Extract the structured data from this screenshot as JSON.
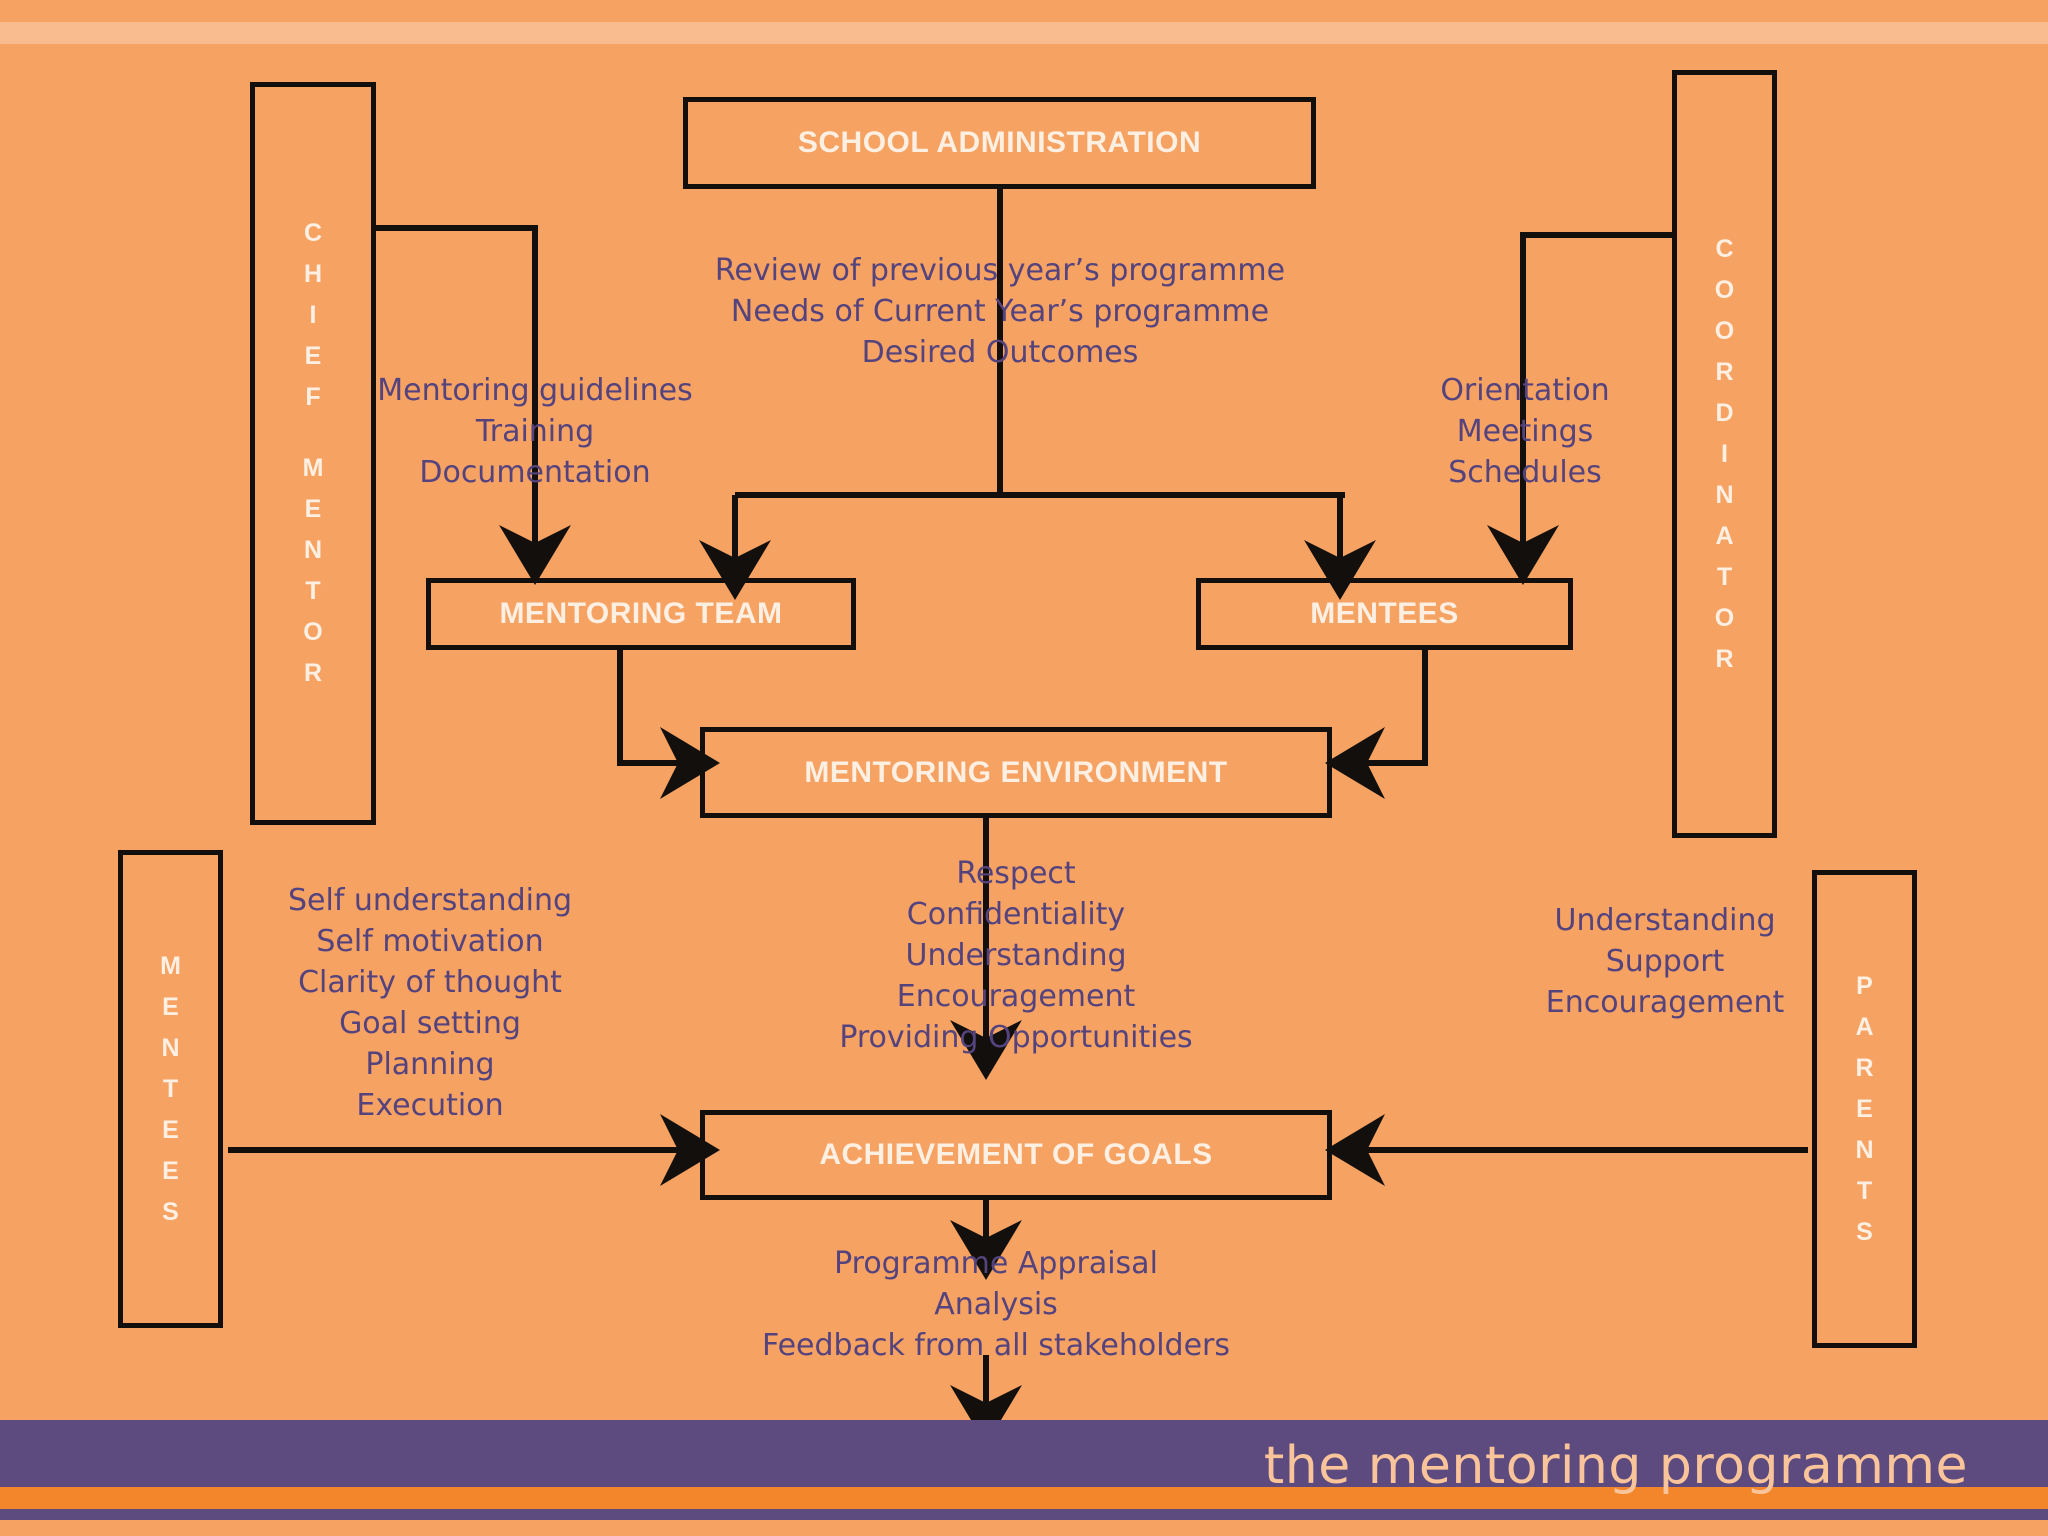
{
  "slide": {
    "background_color": "#f5a263",
    "banner_color": "#5d4b80",
    "banner_text_color": "#fac49a",
    "box_border_color": "#120f0c",
    "box_label_color": "#fdf0e3",
    "note_text_color": "#55437e",
    "footer_title": "the mentoring programme"
  },
  "boxes": {
    "school_administration": "SCHOOL ADMINISTRATION",
    "mentoring_team": "MENTORING TEAM",
    "mentees": "MENTEES",
    "mentoring_environment": "MENTORING ENVIRONMENT",
    "achievement_of_goals": "ACHIEVEMENT OF GOALS"
  },
  "vertical_boxes": {
    "chief_mentor": "CHIEF MENTOR",
    "chief_mentor_lines": [
      "C",
      "H",
      "I",
      "E",
      "F"
    ],
    "chief_mentor_lines2": [
      "M",
      "E",
      "N",
      "T",
      "O",
      "R"
    ],
    "coordinator": "COORDINATOR",
    "coordinator_lines": [
      "C",
      "O",
      "O",
      "R",
      "D",
      "I",
      "N",
      "A",
      "T",
      "O",
      "R"
    ],
    "mentees_side": "MENTEES",
    "mentees_side_lines": [
      "M",
      "E",
      "N",
      "T",
      "E",
      "E",
      "S"
    ],
    "parents": "PARENTS",
    "parents_lines": [
      "P",
      "A",
      "R",
      "E",
      "N",
      "T",
      "S"
    ]
  },
  "notes": {
    "school_admin_outputs": "Review of previous year’s programme\nNeeds of Current Year’s programme\nDesired Outcomes",
    "chief_mentor_outputs": "Mentoring guidelines\nTraining\nDocumentation",
    "coordinator_outputs": "Orientation\nMeetings\nSchedules",
    "mentoring_environment_values": "Respect\nConfidentiality\nUnderstanding\nEncouragement\nProviding Opportunities",
    "mentee_qualities": "Self understanding\nSelf motivation\nClarity of thought\nGoal setting\nPlanning\nExecution",
    "parent_qualities": "Understanding\nSupport\nEncouragement",
    "appraisal_outputs": "Programme Appraisal\nAnalysis\nFeedback from all stakeholders"
  }
}
